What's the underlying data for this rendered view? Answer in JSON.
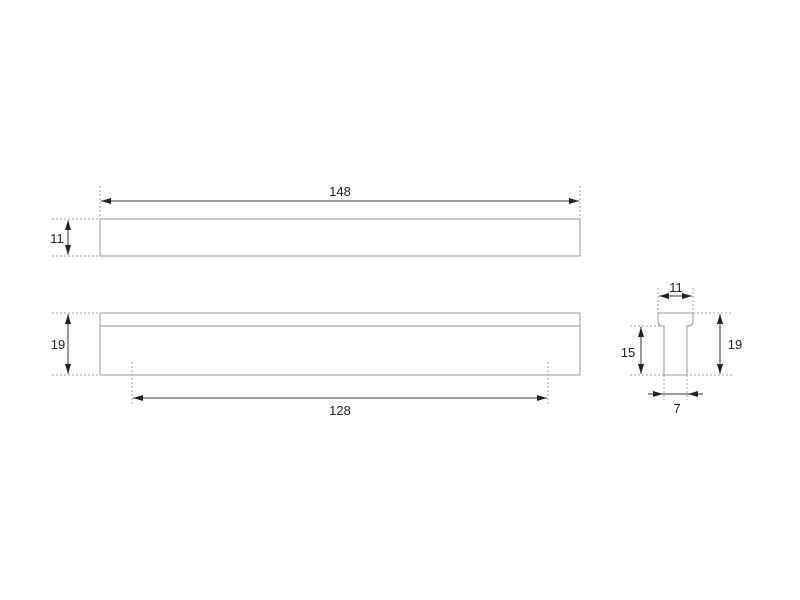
{
  "drawing": {
    "top_view": {
      "length_label": "148",
      "height_label": "11"
    },
    "side_view": {
      "height_label": "19",
      "hole_spacing_label": "128"
    },
    "profile_view": {
      "head_width_label": "11",
      "total_height_label": "19",
      "stem_height_label": "15",
      "stem_width_label": "7"
    }
  }
}
